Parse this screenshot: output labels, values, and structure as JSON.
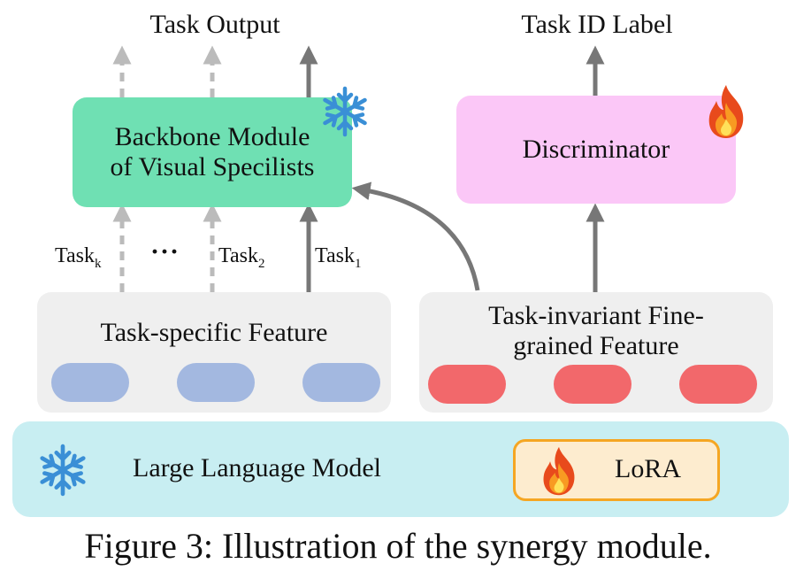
{
  "labels": {
    "task_output": "Task Output",
    "task_id_label": "Task ID Label",
    "backbone_line1": "Backbone Module",
    "backbone_line2": "of Visual Specilists",
    "discriminator": "Discriminator",
    "task_k": "Task",
    "task_k_sub": "k",
    "ellipsis": "···",
    "task_2": "Task",
    "task_2_sub": "2",
    "task_1": "Task",
    "task_1_sub": "1",
    "task_specific": "Task-specific Feature",
    "task_invariant_line1": "Task-invariant Fine-",
    "task_invariant_line2": "grained Feature",
    "llm": "Large Language Model",
    "lora": "LoRA",
    "caption": "Figure 3: Illustration of the synergy module."
  },
  "icons": {
    "frozen": "snowflake-icon",
    "trainable": "fire-icon"
  },
  "colors": {
    "backbone_fill": "#6fe0b3",
    "discriminator_fill": "#fbc7f7",
    "feature_panel_fill": "#efefef",
    "llm_fill": "#c8eef2",
    "lora_fill": "#fdeccf",
    "lora_border": "#f5a623",
    "token_blue": "#a3b8e0",
    "token_red": "#f2686b",
    "arrow_solid": "#777777",
    "arrow_dashed": "#bbbbbb",
    "snowflake": "#3a8fd6"
  }
}
